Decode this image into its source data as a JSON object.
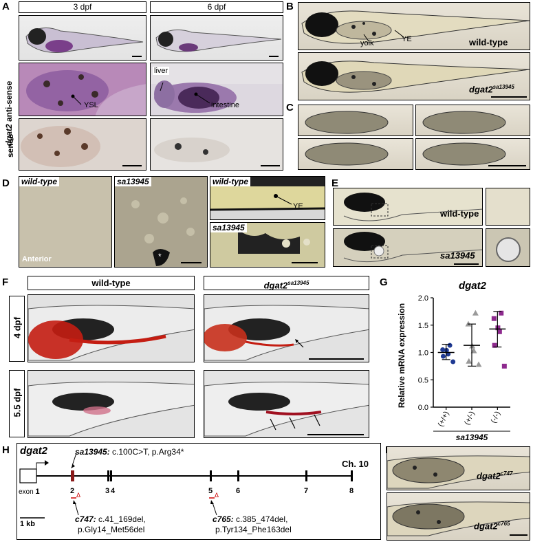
{
  "panels": {
    "A": "A",
    "B": "B",
    "C": "C",
    "D": "D",
    "E": "E",
    "F": "F",
    "G": "G",
    "H": "H",
    "I": "I"
  },
  "A": {
    "col1": "3 dpf",
    "col2": "6 dpf",
    "row_antisense_gene": "dgat2",
    "row_antisense_rest": " anti-sense",
    "row_sense": "sense",
    "ysl": "YSL",
    "liver": "liver",
    "intestine": "intestine"
  },
  "B": {
    "yolk": "yolk",
    "ye": "YE",
    "wt": "wild-type",
    "mut_gene": "dgat2",
    "mut_sup": "sa13945"
  },
  "D": {
    "wt1": "wild-type",
    "mut1": "sa13945",
    "anterior": "Anterior",
    "asterisk": "*",
    "wt2": "wild-type",
    "ye": "YE",
    "mut2": "sa13945"
  },
  "E": {
    "wt": "wild-type",
    "mut": "sa13945"
  },
  "F": {
    "col1": "wild-type",
    "col2_gene": "dgat2",
    "col2_sup": "sa13945",
    "row1": "4 dpf",
    "row2": "5.5 dpf"
  },
  "G": {
    "title": "dgat2",
    "sublabel": "sa13945"
  },
  "H": {
    "gene": "dgat2",
    "chrom": "Ch. 10",
    "allele1": "sa13945:",
    "allele1_desc": " c.100C>T, p.Arg34*",
    "exon_word": "exon",
    "exons": [
      "1",
      "2",
      "3",
      "4",
      "5",
      "6",
      "7",
      "8"
    ],
    "scale": "1 kb",
    "delta": "Δ",
    "c747": "c747:",
    "c747_d1": " c.41_169del,",
    "c747_d2": "p.Gly14_Met56del",
    "c765": "c765:",
    "c765_d1": " c.385_474del,",
    "c765_d2": "p.Tyr134_Phe163del"
  },
  "I": {
    "gene1": "dgat2",
    "sup1": "c747",
    "gene2": "dgat2",
    "sup2": "c765"
  },
  "chart_data": {
    "type": "scatter",
    "title": "dgat2",
    "ylabel": "Relative mRNA expression",
    "ylim": [
      0,
      2.0
    ],
    "yticks": [
      "0.0",
      "0.5",
      "1.0",
      "1.5",
      "2.0"
    ],
    "categories": [
      "(+/+)",
      "(+/-)",
      "(-/-)"
    ],
    "group_label": "sa13945",
    "series": [
      {
        "category": "(+/+)",
        "color": "#1f3a93",
        "marker": "circle",
        "values": [
          1.13,
          1.05,
          1.04,
          0.97,
          0.93,
          0.83
        ],
        "mean": 1.0,
        "sd": [
          0.87,
          1.15
        ]
      },
      {
        "category": "(+/-)",
        "color": "#9a9a9a",
        "marker": "triangle",
        "values": [
          1.72,
          1.52,
          1.12,
          1.03,
          0.84,
          0.78
        ],
        "mean": 1.13,
        "sd": [
          0.75,
          1.52
        ]
      },
      {
        "category": "(-/-)",
        "color": "#8e2a8e",
        "marker": "square",
        "values": [
          1.72,
          1.62,
          1.45,
          1.38,
          1.13,
          0.75
        ],
        "mean": 1.43,
        "sd": [
          1.1,
          1.75
        ]
      }
    ]
  }
}
